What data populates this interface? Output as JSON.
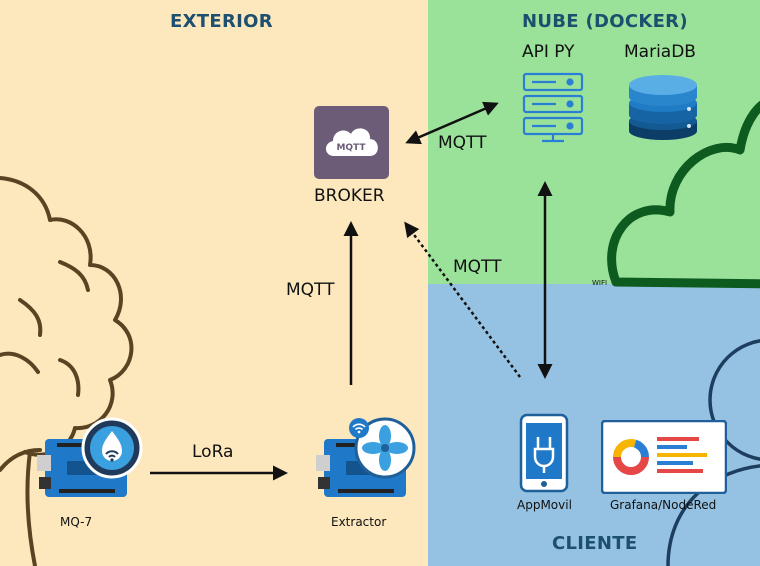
{
  "zones": {
    "exterior": {
      "title": "EXTERIOR",
      "color": "#fde8be"
    },
    "cloud": {
      "title": "NUBE (DOCKER)",
      "color": "#9ae29a"
    },
    "client": {
      "title": "CLIENTE",
      "color": "#95c2e2"
    }
  },
  "nodes": {
    "broker": {
      "label": "BROKER",
      "icon_text": "MQTT"
    },
    "api": {
      "label": "API PY"
    },
    "db": {
      "label": "MariaDB"
    },
    "mq7": {
      "label": "MQ-7"
    },
    "extractor": {
      "label": "Extractor"
    },
    "app": {
      "label": "AppMovil"
    },
    "dashboard": {
      "label": "Grafana/NodeRed"
    }
  },
  "edges": {
    "broker_api": "MQTT",
    "extractor_broker": "MQTT",
    "app_broker": "MQTT",
    "mq7_extractor": "LoRa",
    "wifi_note": "WIFI"
  },
  "colors": {
    "title": "#1d4f6e",
    "arrow": "#111111",
    "cloud_outline": "#0d5b1e",
    "tree_outline": "#5a4322",
    "client_outline": "#1d3e5e",
    "board": "#1f78c8"
  }
}
